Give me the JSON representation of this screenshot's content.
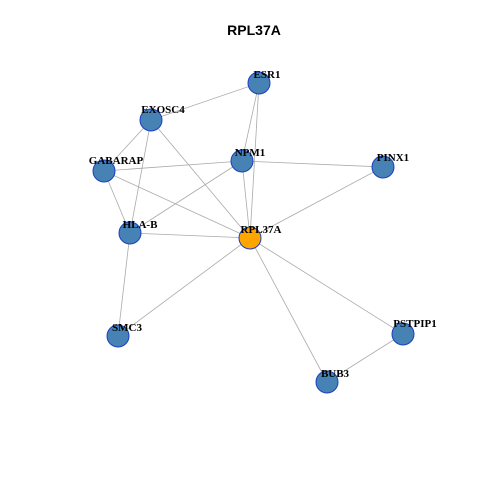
{
  "title": "RPL37A",
  "colors": {
    "node_fill": "#4682B4",
    "center_fill": "#FFA500",
    "node_stroke": "#1a3fc4",
    "edge": "#aaaaaa"
  },
  "nodes": [
    {
      "id": "ESR1",
      "label": "ESR1",
      "center": false
    },
    {
      "id": "EXOSC4",
      "label": "EXOSC4",
      "center": false
    },
    {
      "id": "NPM1",
      "label": "NPM1",
      "center": false
    },
    {
      "id": "PINX1",
      "label": "PINX1",
      "center": false
    },
    {
      "id": "GABARAP",
      "label": "GABARAP",
      "center": false
    },
    {
      "id": "HLA-B",
      "label": "HLA-B",
      "center": false
    },
    {
      "id": "RPL37A",
      "label": "RPL37A",
      "center": true
    },
    {
      "id": "SMC3",
      "label": "SMC3",
      "center": false
    },
    {
      "id": "PSTPIP1",
      "label": "PSTPIP1",
      "center": false
    },
    {
      "id": "BUB3",
      "label": "BUB3",
      "center": false
    }
  ],
  "edges": [
    [
      "ESR1",
      "EXOSC4"
    ],
    [
      "ESR1",
      "NPM1"
    ],
    [
      "ESR1",
      "RPL37A"
    ],
    [
      "EXOSC4",
      "GABARAP"
    ],
    [
      "EXOSC4",
      "HLA-B"
    ],
    [
      "EXOSC4",
      "RPL37A"
    ],
    [
      "NPM1",
      "GABARAP"
    ],
    [
      "NPM1",
      "PINX1"
    ],
    [
      "NPM1",
      "HLA-B"
    ],
    [
      "NPM1",
      "RPL37A"
    ],
    [
      "PINX1",
      "RPL37A"
    ],
    [
      "GABARAP",
      "HLA-B"
    ],
    [
      "GABARAP",
      "RPL37A"
    ],
    [
      "HLA-B",
      "RPL37A"
    ],
    [
      "HLA-B",
      "SMC3"
    ],
    [
      "RPL37A",
      "SMC3"
    ],
    [
      "RPL37A",
      "PSTPIP1"
    ],
    [
      "RPL37A",
      "BUB3"
    ],
    [
      "PSTPIP1",
      "BUB3"
    ]
  ]
}
